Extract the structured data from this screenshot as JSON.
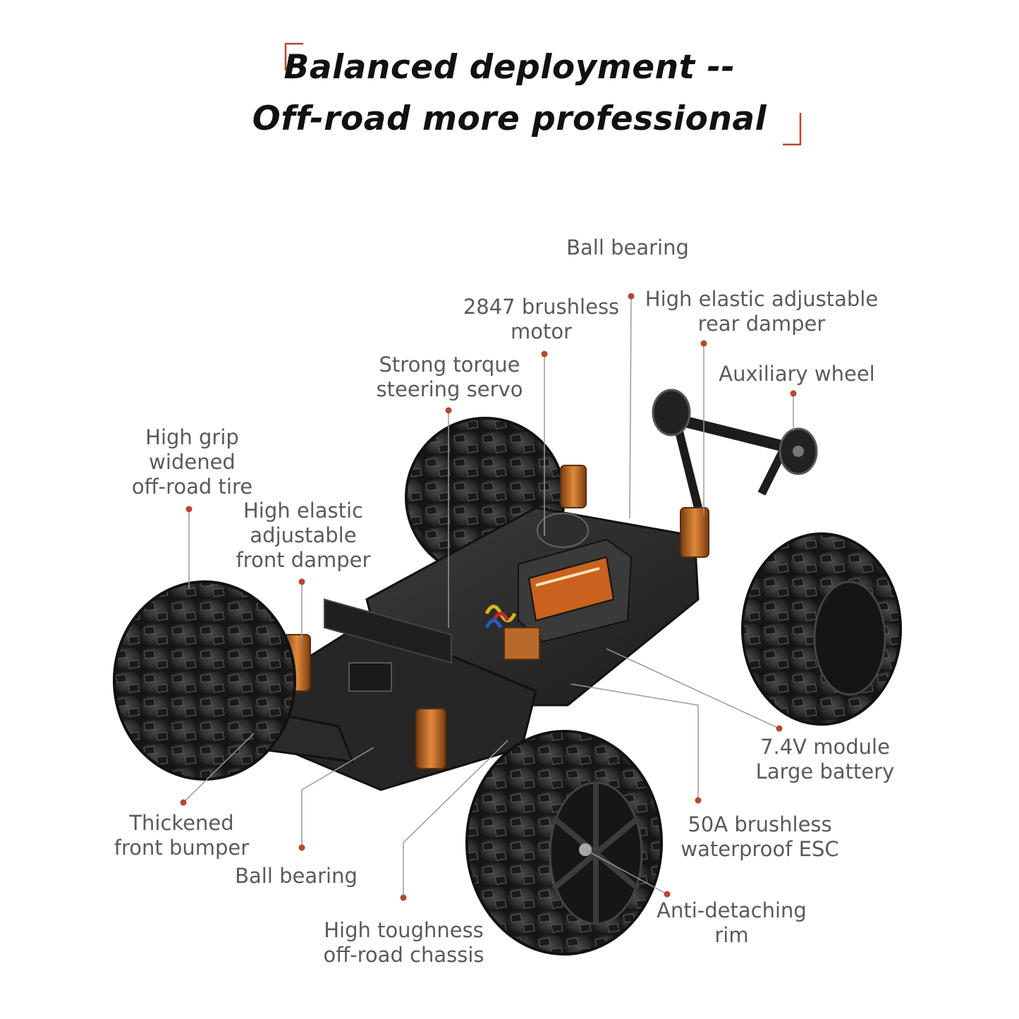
{
  "title": {
    "line1": "Balanced deployment --",
    "line2": "Off-road more professional"
  },
  "colors": {
    "accent": "#b7472e",
    "leader": "#9a9a9a",
    "text": "#5a5a5a",
    "title": "#111111"
  },
  "callouts": {
    "ball_bearing_top": [
      "Ball bearing"
    ],
    "brushless_motor": [
      "2847 brushless",
      "motor"
    ],
    "rear_damper": [
      "High elastic adjustable",
      "rear damper"
    ],
    "steering_servo": [
      "Strong torque",
      "steering servo"
    ],
    "auxiliary_wheel": [
      "Auxiliary wheel"
    ],
    "tire": [
      "High grip",
      "widened",
      "off-road tire"
    ],
    "front_damper": [
      "High elastic",
      "adjustable",
      "front damper"
    ],
    "battery": [
      "7.4V module",
      "Large battery"
    ],
    "front_bumper": [
      "Thickened",
      "front bumper"
    ],
    "ball_bearing_bottom": [
      "Ball bearing"
    ],
    "esc": [
      "50A brushless",
      "waterproof ESC"
    ],
    "rim": [
      "Anti-detaching",
      "rim"
    ],
    "chassis": [
      "High toughness",
      "off-road chassis"
    ]
  }
}
